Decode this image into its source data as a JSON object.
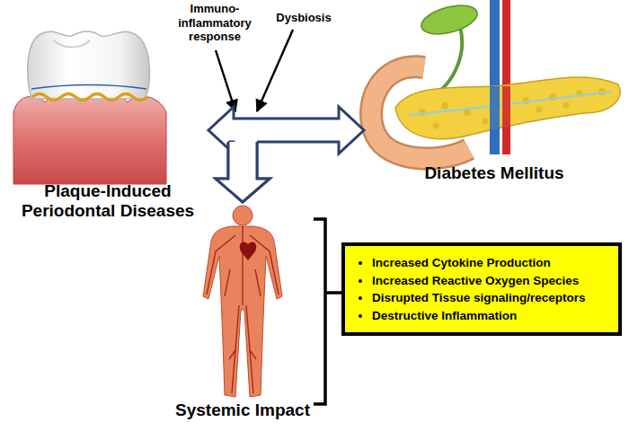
{
  "diagram": {
    "nodes": [
      {
        "text": [
          "Plaque-Induced Periodontal Diseases"
        ]
      },
      {
        "text": [
          "Diabetes Mellitus"
        ]
      },
      {
        "text": [
          "Systemic Impact"
        ]
      },
      {
        "text": [
          "Increased Cytokine Production",
          "Increased Reactive Oxygen Species",
          "Disrupted Tissue signaling/receptors",
          "Destructive Inflammation"
        ]
      }
    ],
    "edges": [
      {
        "from": 0,
        "to": 1,
        "arrow": "both"
      },
      {
        "from": 0,
        "to": 2,
        "arrow": "to"
      },
      {
        "from": 1,
        "to": 2,
        "arrow": "to"
      }
    ],
    "labels": [
      "Immuno-inflammatory response",
      "Dysbiosis"
    ]
  }
}
